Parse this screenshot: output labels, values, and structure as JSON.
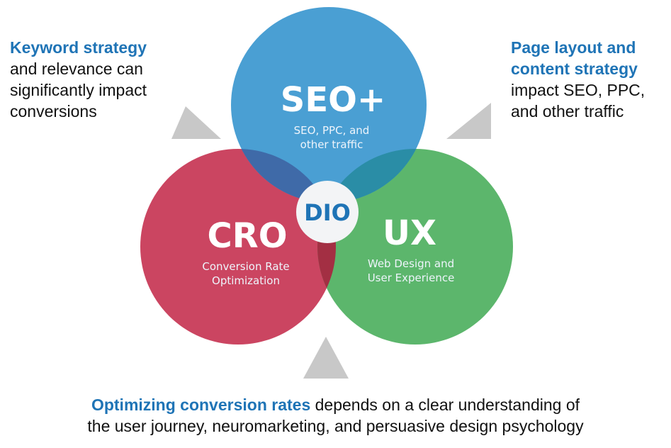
{
  "top_left_note": {
    "highlight": "Keyword strategy",
    "lines": [
      "and relevance can",
      "significantly impact",
      "conversions"
    ]
  },
  "top_right_note": {
    "highlight_lines": [
      "Page layout and",
      "content strategy"
    ],
    "lines": [
      "impact SEO, PPC,",
      "and other traffic"
    ]
  },
  "bottom_note": {
    "highlight": "Optimizing conversion rates",
    "line1_rest": " depends on a clear understanding of",
    "line2": "the user journey, neuromarketing, and persuasive design psychology"
  },
  "circles": {
    "seo": {
      "title": "SEO+",
      "subtitle_lines": [
        "SEO, PPC, and",
        "other traffic"
      ],
      "color": "#4a9fd3"
    },
    "cro": {
      "title": "CRO",
      "subtitle_lines": [
        "Conversion Rate",
        "Optimization"
      ],
      "color": "#cb4561"
    },
    "ux": {
      "title": "UX",
      "subtitle_lines": [
        "Web Design and",
        "User Experience"
      ],
      "color": "#5cb66c"
    }
  },
  "center": {
    "label": "DIO",
    "color": "#1f74b6"
  }
}
